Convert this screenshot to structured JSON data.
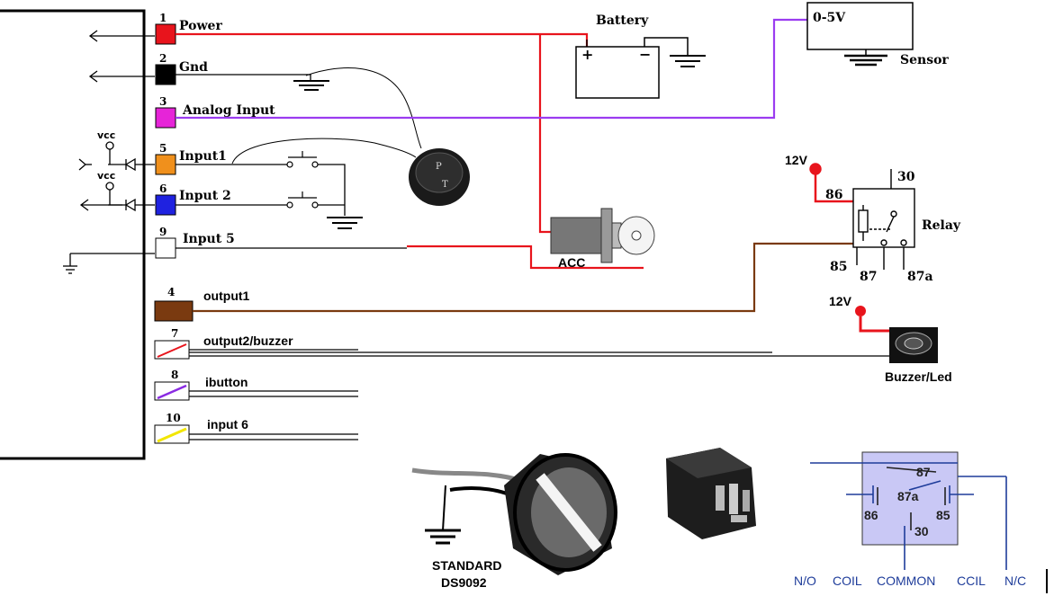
{
  "pins": [
    {
      "num": "1",
      "label": "Power",
      "color": "#e8141c"
    },
    {
      "num": "2",
      "label": "Gnd",
      "color": "#000000"
    },
    {
      "num": "3",
      "label": "Analog Input",
      "color": "#e624d8"
    },
    {
      "num": "5",
      "label": "Input1",
      "color": "#f0901c"
    },
    {
      "num": "6",
      "label": "Input 2",
      "color": "#1f22e0"
    },
    {
      "num": "9",
      "label": "Input 5",
      "color": "#ffffff"
    },
    {
      "num": "4",
      "label": "output1",
      "color": "#7a3a10"
    },
    {
      "num": "7",
      "label": "output2/buzzer",
      "color": "#e8141c"
    },
    {
      "num": "8",
      "label": "ibutton",
      "color": "#8a2be2"
    },
    {
      "num": "10",
      "label": "input 6",
      "color": "#f2e600"
    }
  ],
  "vcc_label": "vcc",
  "battery": {
    "label": "Battery",
    "plus": "+",
    "minus": "−"
  },
  "sensor": {
    "range": "0-5V",
    "label": "Sensor"
  },
  "acc_label": "ACC",
  "relay": {
    "label": "Relay",
    "supply": "12V",
    "pins": {
      "p86": "86",
      "p85": "85",
      "p87": "87",
      "p87a": "87a",
      "p30": "30"
    }
  },
  "buzzer": {
    "supply": "12V",
    "label": "Buzzer/Led"
  },
  "ibutton_reader": {
    "line1": "STANDARD",
    "line2": "DS9092"
  },
  "relay_schematic": {
    "pins": {
      "p87": "87",
      "p87a": "87a",
      "p86": "86",
      "p85": "85",
      "p30": "30"
    },
    "legend": [
      "N/O",
      "COIL",
      "COMMON",
      "CCIL",
      "N/C"
    ]
  },
  "key_switch": {
    "top": "P",
    "bottom": "T"
  },
  "colors": {
    "red_wire": "#e8141c",
    "purple_wire": "#9b3cf0",
    "brown_wire": "#7a3a10",
    "relay_fill": "#c9c8f5",
    "legend_blue": "#1e3c9a"
  }
}
